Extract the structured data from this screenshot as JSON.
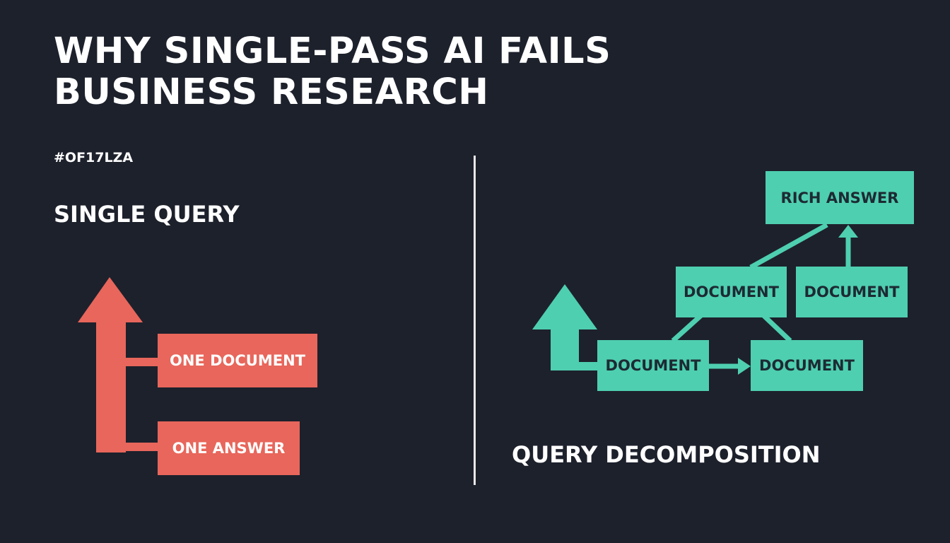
{
  "header": {
    "title_line1": "WHY SINGLE-PASS AI FAILS",
    "title_line2": "BUSINESS RESEARCH",
    "tag": "#OF17LZA"
  },
  "left": {
    "heading": "SINGLE QUERY",
    "boxes": [
      "ONE DOCUMENT",
      "ONE ANSWER"
    ],
    "color": "#e8665b"
  },
  "right": {
    "heading": "QUERY DECOMPOSITION",
    "boxes": {
      "rich_answer": "RICH ANSWER",
      "doc_mid_left": "DOCUMENT",
      "doc_mid_right": "DOCUMENT",
      "doc_bottom_left": "DOCUMENT",
      "doc_bottom_right": "DOCUMENT"
    },
    "color": "#4ecfb0"
  }
}
